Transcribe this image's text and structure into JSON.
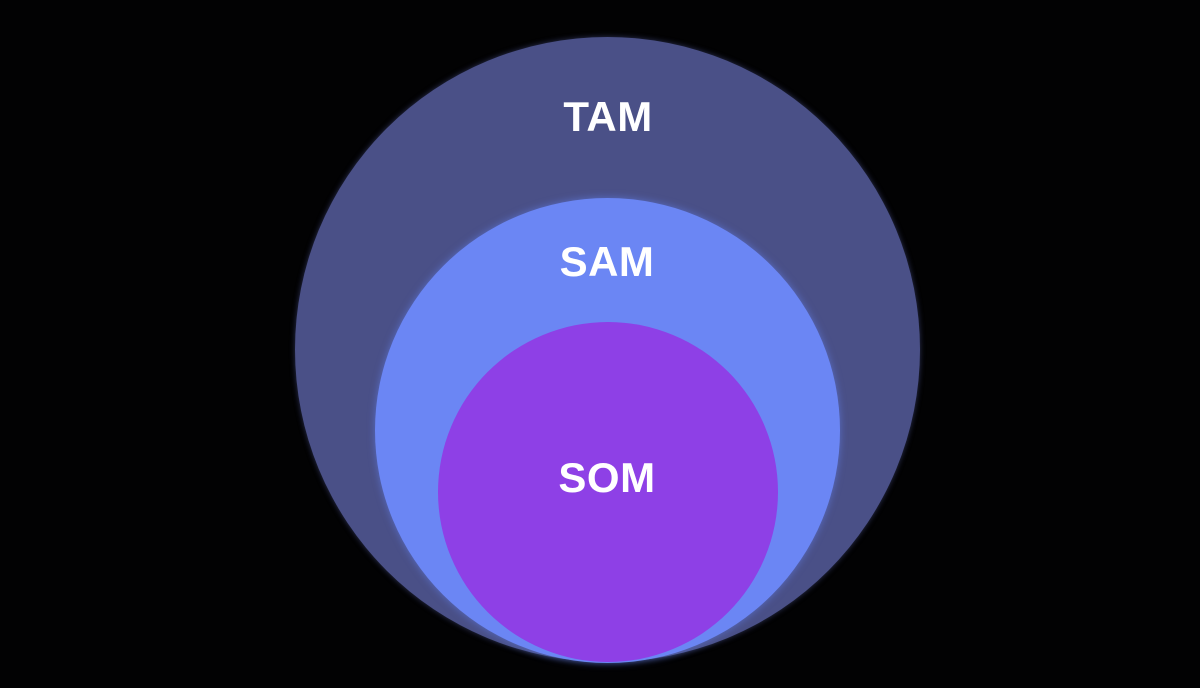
{
  "diagram": {
    "type": "nested-circles",
    "levels": [
      {
        "label": "TAM",
        "color": "#4a5087"
      },
      {
        "label": "SAM",
        "color": "#6b86f4"
      },
      {
        "label": "SOM",
        "color": "#8e40e6"
      }
    ]
  }
}
